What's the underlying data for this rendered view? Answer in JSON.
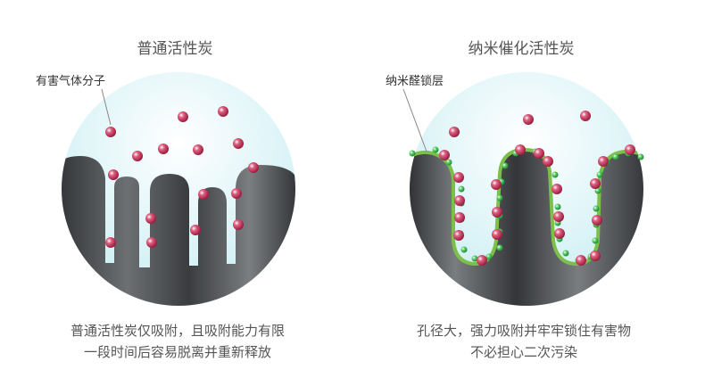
{
  "panels": {
    "left": {
      "title": "普通活性炭",
      "callout": "有害气体分子",
      "caption_line1": "普通活性炭仅吸附，且吸附能力有限",
      "caption_line2": "一段时间后容易脱离并重新释放"
    },
    "right": {
      "title": "纳米催化活性炭",
      "callout": "纳米醛锁层",
      "caption_line1": "孔径大，强力吸附并牢牢锁住有害物",
      "caption_line2": "不必担心二次污染"
    }
  },
  "colors": {
    "sky": "#d9f2f6",
    "carbon_dark": "#3d3f42",
    "carbon_light": "#7e8183",
    "molecule": "#b3244d",
    "nano_layer": "#7cc04a",
    "nano_particle": "#2fa84a"
  },
  "icons": {
    "molecule": "harmful-gas-molecule",
    "nano_particle": "nano-aldehyde-lock-particle"
  }
}
